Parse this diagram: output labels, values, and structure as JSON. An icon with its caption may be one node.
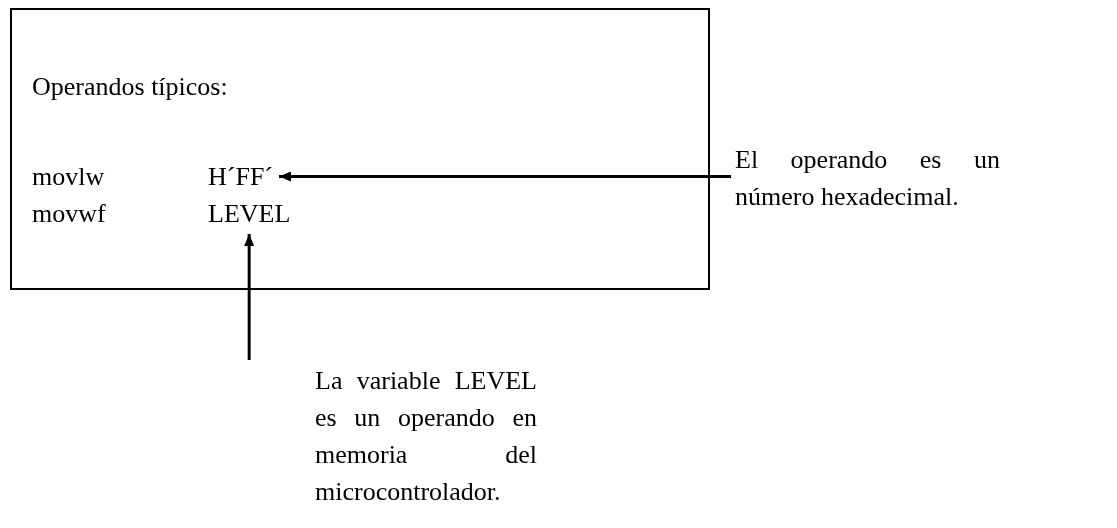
{
  "diagram": {
    "nodes": [
      {
        "text": [
          "Operandos típicos:"
        ]
      },
      {
        "text": [
          "H´FF´"
        ],
        "in": 0
      },
      {
        "text": [
          "LEVEL"
        ],
        "in": 0
      },
      {
        "text": [
          "El operando es un número hexadecimal."
        ]
      },
      {
        "text": [
          "La variable LEVEL es un operando en memoria del microcontrolador."
        ]
      }
    ],
    "edges": [
      {
        "from": 3,
        "to": 1,
        "arrow": "to"
      },
      {
        "from": 4,
        "to": 2,
        "arrow": "to"
      }
    ],
    "labels": [
      "movlw",
      "movwf"
    ]
  }
}
